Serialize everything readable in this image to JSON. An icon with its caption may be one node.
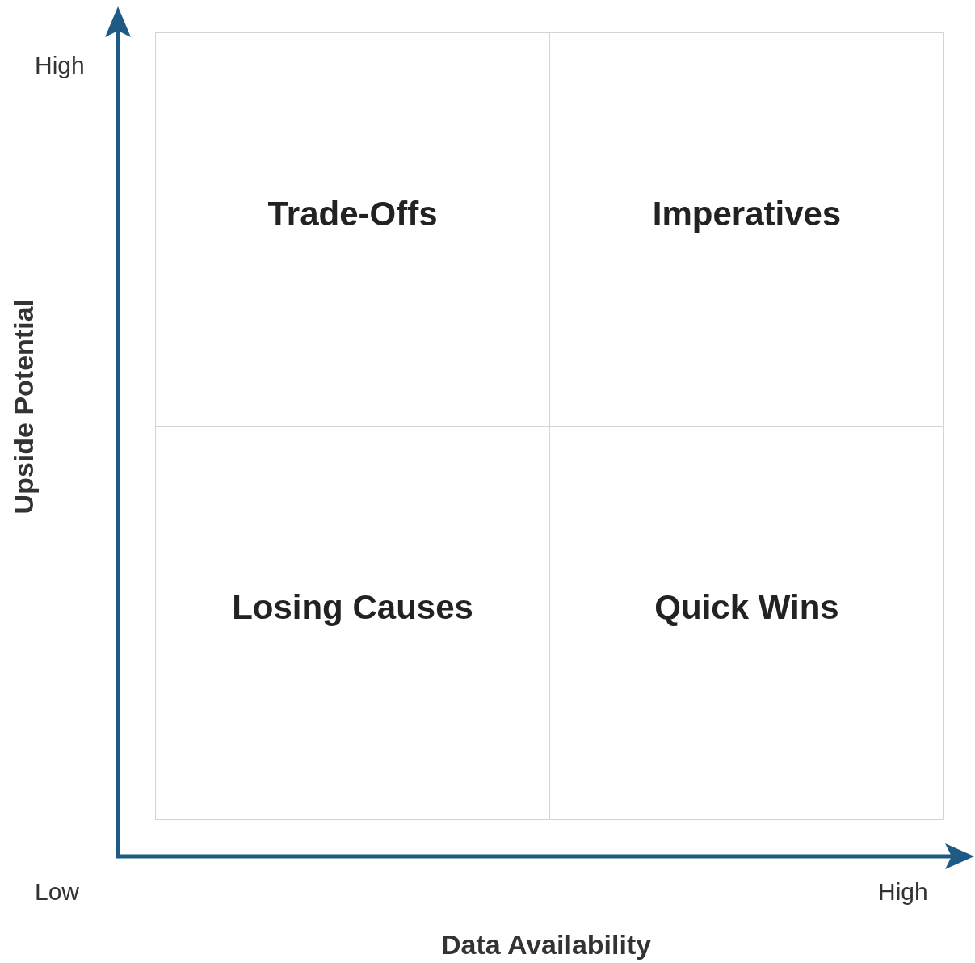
{
  "diagram": {
    "nodes": [
      {
        "text": [
          "Trade-Offs"
        ]
      },
      {
        "text": [
          "Imperatives"
        ]
      },
      {
        "text": [
          "Losing Causes"
        ]
      },
      {
        "text": [
          "Quick Wins"
        ]
      }
    ],
    "edges": [],
    "labels": [
      "High",
      "Upside Potential",
      "Low",
      "High",
      "Data Availability"
    ]
  }
}
